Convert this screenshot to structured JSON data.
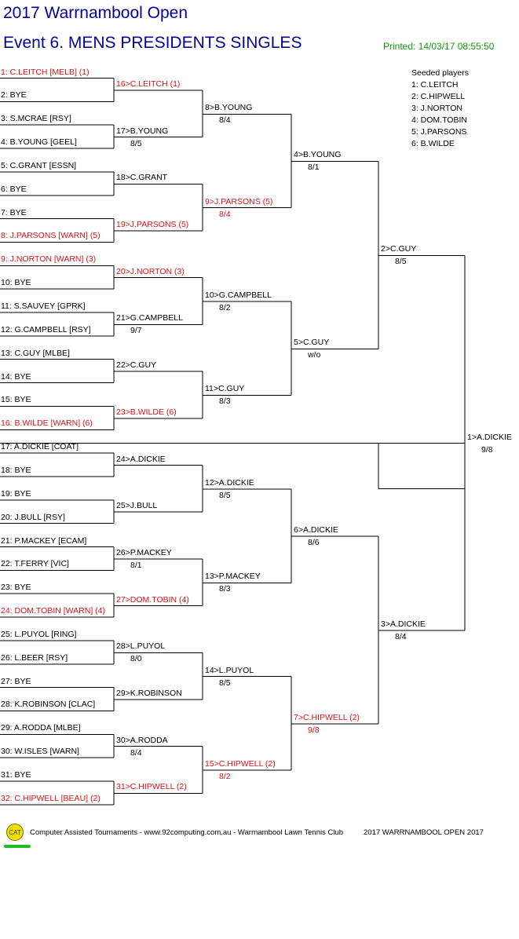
{
  "header": {
    "title": "2017 Warrnambool Open",
    "event": "Event 6. MENS PRESIDENTS SINGLES",
    "printed": "Printed: 14/03/17 08:55:50"
  },
  "seeded": {
    "title": "Seeded players",
    "players": [
      "1: C.LEITCH",
      "2: C.HIPWELL",
      "3: J.NORTON",
      "4: DOM.TOBIN",
      "5: J.PARSONS",
      "6: B.WILDE"
    ]
  },
  "draw": [
    {
      "text": "1: C.LEITCH [MELB] (1)",
      "seed": true
    },
    {
      "text": "2: BYE",
      "seed": false
    },
    {
      "text": "3: S.MCRAE [RSY]",
      "seed": false
    },
    {
      "text": "4: B.YOUNG [GEEL]",
      "seed": false
    },
    {
      "text": "5: C.GRANT [ESSN]",
      "seed": false
    },
    {
      "text": "6: BYE",
      "seed": false
    },
    {
      "text": "7: BYE",
      "seed": false
    },
    {
      "text": "8: J.PARSONS [WARN] (5)",
      "seed": true
    },
    {
      "text": "9: J.NORTON [WARN] (3)",
      "seed": true
    },
    {
      "text": "10: BYE",
      "seed": false
    },
    {
      "text": "11: S.SAUVEY [GPRK]",
      "seed": false
    },
    {
      "text": "12: G.CAMPBELL [RSY]",
      "seed": false
    },
    {
      "text": "13: C.GUY [MLBE]",
      "seed": false
    },
    {
      "text": "14: BYE",
      "seed": false
    },
    {
      "text": "15: BYE",
      "seed": false
    },
    {
      "text": "16: B.WILDE [WARN] (6)",
      "seed": true
    },
    {
      "text": "17: A.DICKIE [COAT]",
      "seed": false
    },
    {
      "text": "18: BYE",
      "seed": false
    },
    {
      "text": "19: BYE",
      "seed": false
    },
    {
      "text": "20: J.BULL [RSY]",
      "seed": false
    },
    {
      "text": "21: P.MACKEY [ECAM]",
      "seed": false
    },
    {
      "text": "22: T.FERRY [VIC]",
      "seed": false
    },
    {
      "text": "23: BYE",
      "seed": false
    },
    {
      "text": "24: DOM.TOBIN [WARN] (4)",
      "seed": true
    },
    {
      "text": "25: L.PUYOL [RING]",
      "seed": false
    },
    {
      "text": "26: L.BEER [RSY]",
      "seed": false
    },
    {
      "text": "27: BYE",
      "seed": false
    },
    {
      "text": "28: K.ROBINSON [CLAC]",
      "seed": false
    },
    {
      "text": "29: A.RODDA [MLBE]",
      "seed": false
    },
    {
      "text": "30: W.ISLES [WARN]",
      "seed": false
    },
    {
      "text": "31: BYE",
      "seed": false
    },
    {
      "text": "32: C.HIPWELL [BEAU] (2)",
      "seed": true
    }
  ],
  "rounds": [
    [
      {
        "text": "16>C.LEITCH (1)",
        "score": "",
        "seed": true
      },
      {
        "text": "17>B.YOUNG",
        "score": "8/5",
        "seed": false
      },
      {
        "text": "18>C.GRANT",
        "score": "",
        "seed": false
      },
      {
        "text": "19>J.PARSONS (5)",
        "score": "",
        "seed": true
      },
      {
        "text": "20>J.NORTON (3)",
        "score": "",
        "seed": true
      },
      {
        "text": "21>G.CAMPBELL",
        "score": "9/7",
        "seed": false
      },
      {
        "text": "22>C.GUY",
        "score": "",
        "seed": false
      },
      {
        "text": "23>B.WILDE (6)",
        "score": "",
        "seed": true
      },
      {
        "text": "24>A.DICKIE",
        "score": "",
        "seed": false
      },
      {
        "text": "25>J.BULL",
        "score": "",
        "seed": false
      },
      {
        "text": "26>P.MACKEY",
        "score": "8/1",
        "seed": false
      },
      {
        "text": "27>DOM.TOBIN (4)",
        "score": "",
        "seed": true
      },
      {
        "text": "28>L.PUYOL",
        "score": "8/0",
        "seed": false
      },
      {
        "text": "29>K.ROBINSON",
        "score": "",
        "seed": false
      },
      {
        "text": "30>A.RODDA",
        "score": "8/4",
        "seed": false
      },
      {
        "text": "31>C.HIPWELL (2)",
        "score": "",
        "seed": true
      }
    ],
    [
      {
        "text": "8>B.YOUNG",
        "score": "8/4",
        "seed": false
      },
      {
        "text": "9>J.PARSONS (5)",
        "score": "8/4",
        "seed": true
      },
      {
        "text": "10>G.CAMPBELL",
        "score": "8/2",
        "seed": false
      },
      {
        "text": "11>C.GUY",
        "score": "8/3",
        "seed": false
      },
      {
        "text": "12>A.DICKIE",
        "score": "8/5",
        "seed": false
      },
      {
        "text": "13>P.MACKEY",
        "score": "8/3",
        "seed": false
      },
      {
        "text": "14>L.PUYOL",
        "score": "8/5",
        "seed": false
      },
      {
        "text": "15>C.HIPWELL (2)",
        "score": "8/2",
        "seed": true
      }
    ],
    [
      {
        "text": "4>B.YOUNG",
        "score": "8/1",
        "seed": false
      },
      {
        "text": "5>C.GUY",
        "score": "w/o",
        "seed": false
      },
      {
        "text": "6>A.DICKIE",
        "score": "8/6",
        "seed": false
      },
      {
        "text": "7>C.HIPWELL (2)",
        "score": "9/8",
        "seed": true
      }
    ],
    [
      {
        "text": "2>C.GUY",
        "score": "8/5",
        "seed": false
      },
      {
        "text": "3>A.DICKIE",
        "score": "8/4",
        "seed": false
      }
    ],
    [
      {
        "text": "1>A.DICKIE",
        "score": "9/8",
        "seed": false
      }
    ]
  ],
  "footer": {
    "logo_text": "CAT",
    "text1": "Computer Assisted Tournaments - www.92computing.com.au -  Warrnambool Lawn Tennis Club",
    "text2": "2017 WARRNAMBOOL OPEN 2017"
  },
  "colors": {
    "title": "#000099",
    "printed": "#119911",
    "seed": "#dd1111",
    "line": "#000000"
  }
}
